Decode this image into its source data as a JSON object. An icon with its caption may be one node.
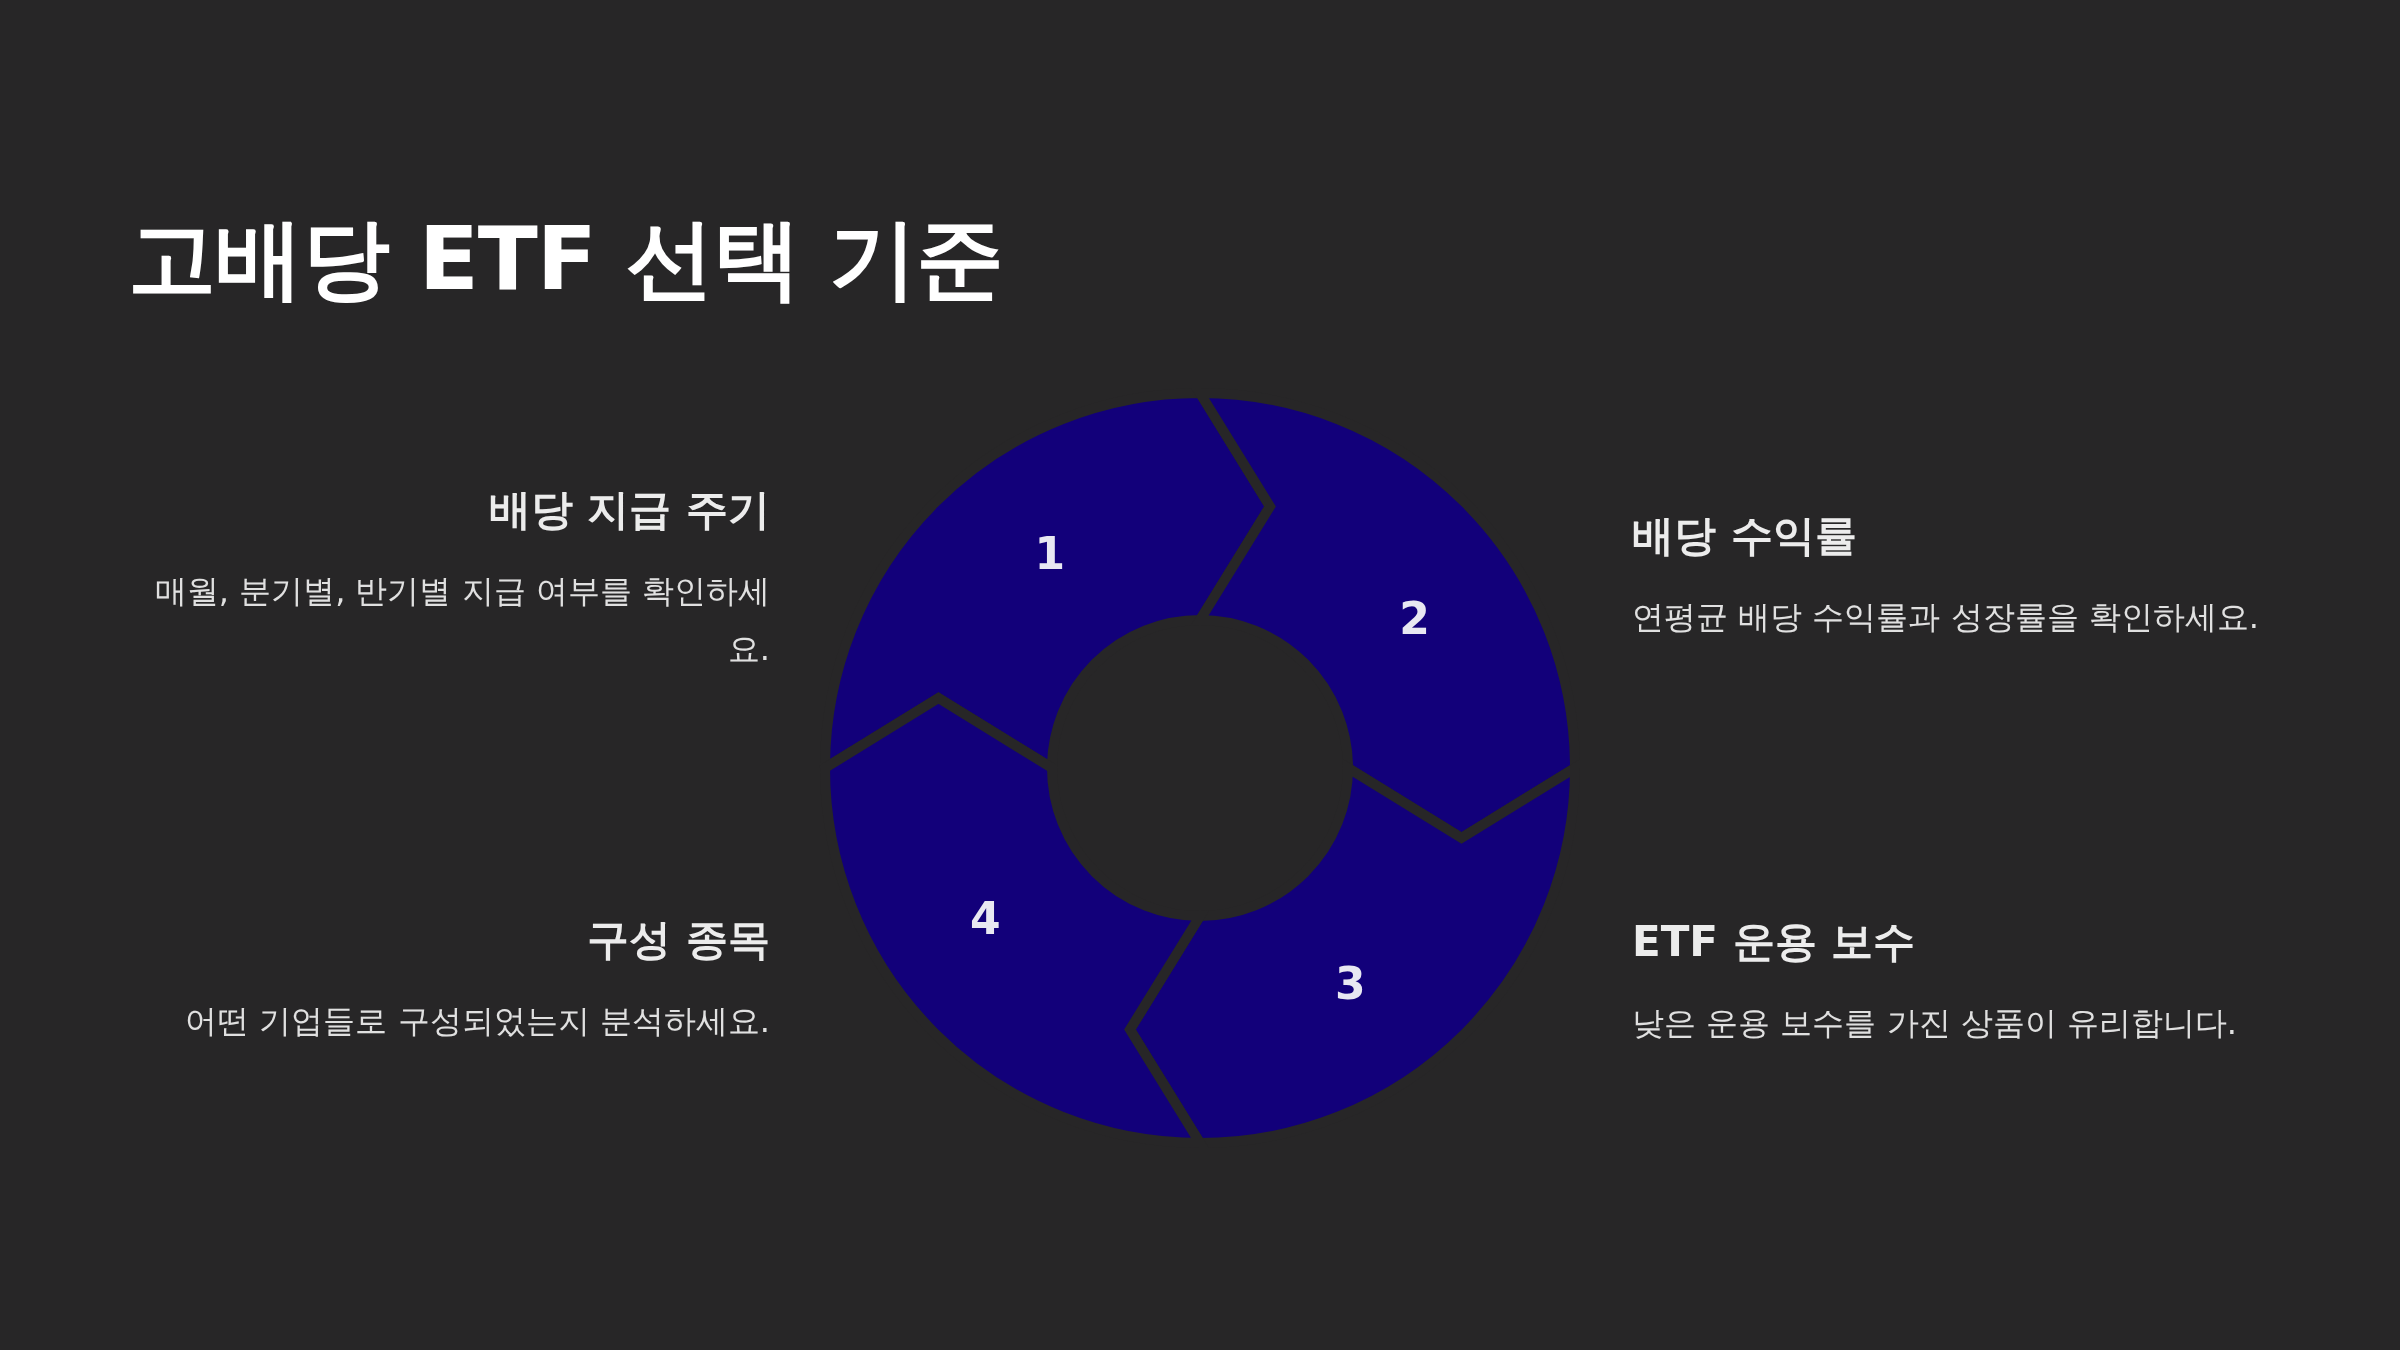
{
  "diagram": {
    "title": "고배당 ETF 선택 기준",
    "nodes": [
      {
        "text": [
          "1"
        ],
        "beside": [
          "배당 지급 주기",
          "매월, 분기별, 반기별 지급 여부를 확인하세요."
        ]
      },
      {
        "text": [
          "2"
        ],
        "beside": [
          "배당 수익률",
          "연평균 배당 수익률과 성장률을 확인하세요."
        ]
      },
      {
        "text": [
          "3"
        ],
        "beside": [
          "ETF 운용 보수",
          "낮은 운용 보수를 가진 상품이 유리합니다."
        ]
      },
      {
        "text": [
          "4"
        ],
        "beside": [
          "구성 종목",
          "어떤 기업들로 구성되었는지 분석하세요."
        ]
      }
    ]
  }
}
